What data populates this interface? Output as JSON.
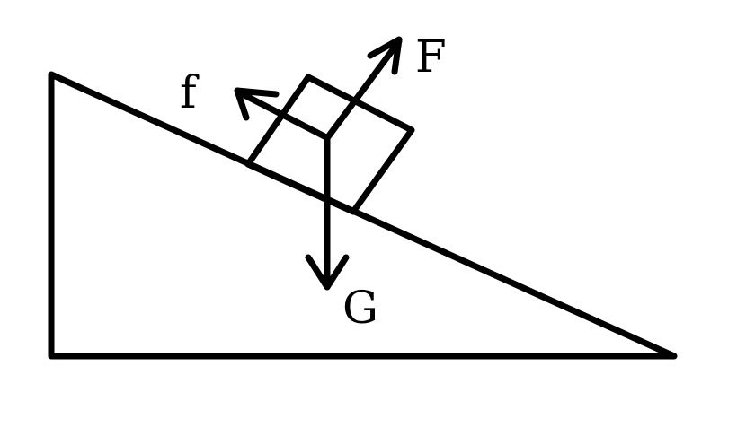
{
  "labels": {
    "friction": "f",
    "applied_force": "F",
    "gravity": "G"
  },
  "colors": {
    "ink": "#000000",
    "background": "#ffffff"
  }
}
